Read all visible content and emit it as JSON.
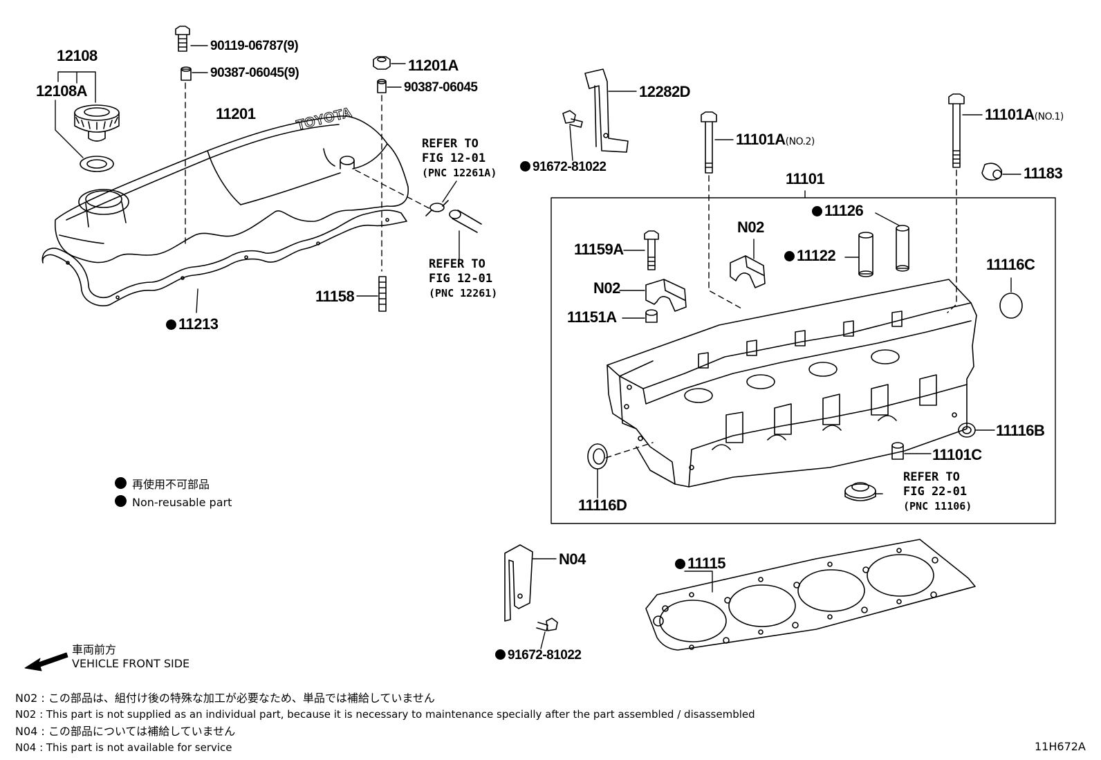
{
  "parts": {
    "p12108": "12108",
    "p12108a": "12108A",
    "p11201": "11201",
    "p90119": "90119-06787(9)",
    "p90387_9": "90387-06045(9)",
    "p11201a": "11201A",
    "p90387": "90387-06045",
    "p11213": "11213",
    "p11158": "11158",
    "p12282d": "12282D",
    "p91672_top": "91672-81022",
    "p11101a_no2": "11101A",
    "p11101a_no2_q": "(NO.2)",
    "p11101a_no1": "11101A",
    "p11101a_no1_q": "(NO.1)",
    "p11183": "11183",
    "p11101": "11101",
    "p11126": "11126",
    "p11122": "11122",
    "p11159a": "11159A",
    "p_n02_a": "N02",
    "p_n02_b": "N02",
    "p11151a": "11151A",
    "p11116c": "11116C",
    "p11116b": "11116B",
    "p11101c": "11101C",
    "p11116d": "11116D",
    "p_n04": "N04",
    "p11115": "11115",
    "p91672_bottom": "91672-81022",
    "diagram_code": "11H672A"
  },
  "refs": {
    "ref1": {
      "line1": "REFER TO",
      "line2": "FIG 12-01",
      "line3": "(PNC 12261A)"
    },
    "ref2": {
      "line1": "REFER TO",
      "line2": "FIG 12-01",
      "line3": "(PNC 12261)"
    },
    "ref3": {
      "line1": "REFER TO",
      "line2": "FIG 22-01",
      "line3": "(PNC 11106)"
    }
  },
  "legend": {
    "jp": "再使用不可部品",
    "en": "Non-reusable part"
  },
  "direction": {
    "jp": "車両前方",
    "en": "VEHICLE FRONT SIDE"
  },
  "footnotes": [
    "N02 : この部品は、組付け後の特殊な加工が必要なため、単品では補給していません",
    "N02 : This part is not supplied as an individual part, because it is necessary to maintenance specially after the part assembled / disassembled",
    "N04 : この部品については補給していません",
    "N04 : This part is not available for service"
  ],
  "cover_logo": "TOYOTA"
}
